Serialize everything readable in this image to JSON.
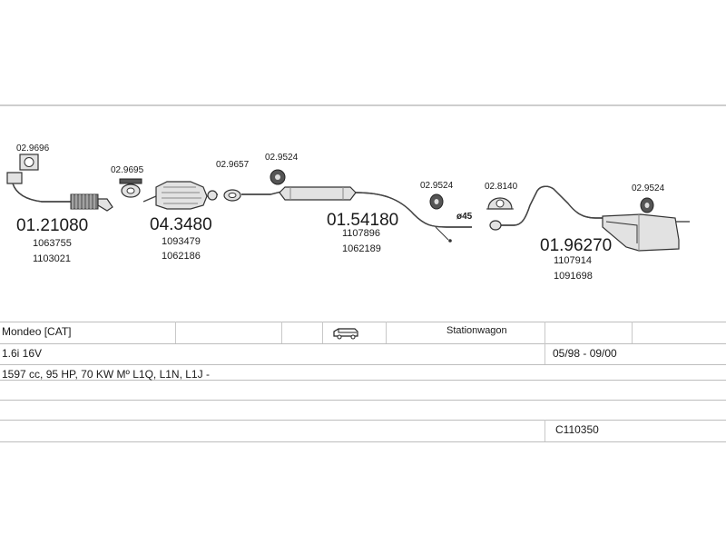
{
  "parts": {
    "gasket_a": "02.9696",
    "front_pipe": {
      "code": "01.21080",
      "oe": [
        "1063755",
        "1103021"
      ]
    },
    "clamp_a": "02.9695",
    "catalyst": {
      "code": "04.3480",
      "oe": [
        "1093479",
        "1062186"
      ]
    },
    "gasket_b": "02.9657",
    "mount_a": "02.9524",
    "middle_silencer": {
      "code": "01.54180",
      "oe": [
        "1107896",
        "1062189"
      ]
    },
    "mount_b": "02.9524",
    "pipe_diameter": "ø45",
    "mount_c": "02.8140",
    "rear_silencer": {
      "code": "01.96270",
      "oe": [
        "1107914",
        "1091698"
      ]
    },
    "mount_d": "02.9524"
  },
  "vehicle": {
    "model": "Mondeo  [CAT]",
    "body_icon": "van-icon",
    "body_type": "Stationwagon",
    "engine": "1.6i 16V",
    "years": "05/98 - 09/00",
    "spec": "1597 cc, 95 HP, 70 KW Mº L1Q, L1N, L1J -",
    "catalog_no": "C110350"
  }
}
